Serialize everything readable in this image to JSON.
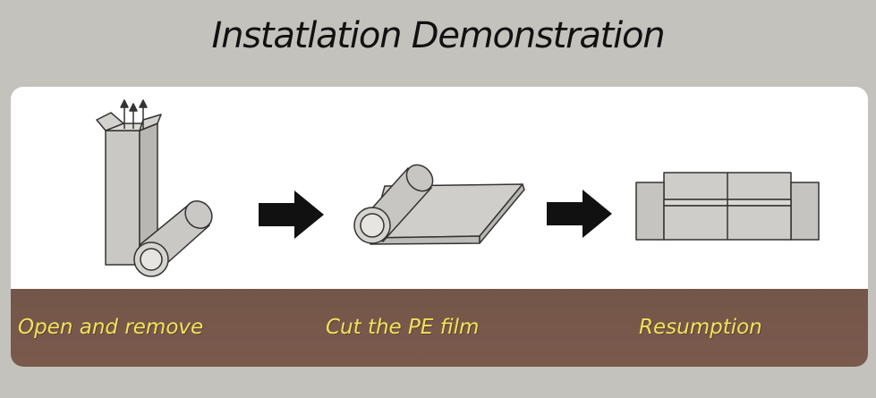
{
  "title": "Instatlation Demonstration",
  "steps": [
    {
      "label": "Open and remove",
      "icon": "box-and-roll-icon"
    },
    {
      "label": "Cut the PE film",
      "icon": "unrolling-film-icon"
    },
    {
      "label": "Resumption",
      "icon": "sofa-icon"
    }
  ],
  "colors": {
    "background": "#c4c2bd",
    "panel": "#ffffff",
    "label_band": "#7a5a4d",
    "label_text": "#f1e15a",
    "illustration_fill": "#c9c7c3",
    "outline": "#333333",
    "arrow": "#111111"
  }
}
